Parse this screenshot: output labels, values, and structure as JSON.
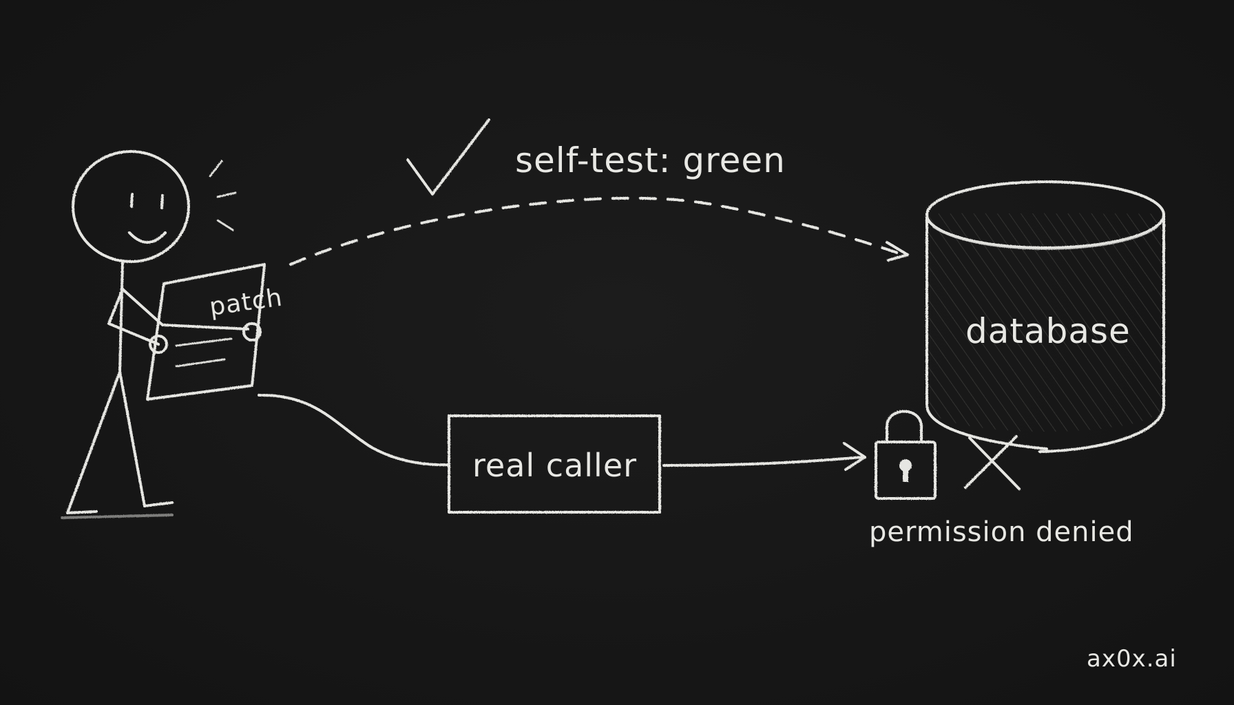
{
  "labels": {
    "patch": "patch",
    "self_test": "self-test: green",
    "database": "database",
    "real_caller": "real caller",
    "permission_denied": "permission denied",
    "watermark": "ax0x.ai"
  },
  "icons": {
    "check": "check-mark-icon",
    "lock": "padlock-icon",
    "cross": "cross-x-icon"
  },
  "colors": {
    "background": "#161616",
    "chalk": "#e6e6e2"
  }
}
